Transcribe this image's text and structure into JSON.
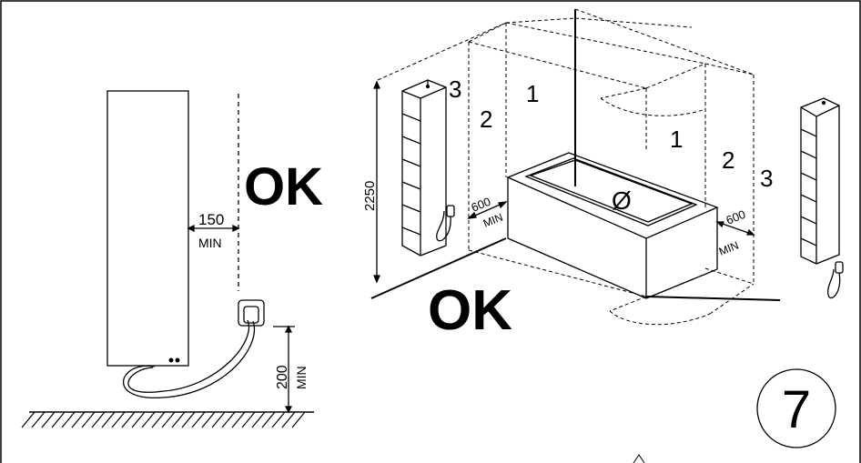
{
  "left_panel": {
    "ok_label": "OK",
    "clearance_value": "150",
    "clearance_unit": "MIN",
    "floor_height_value": "200",
    "floor_height_unit": "MIN"
  },
  "right_panel": {
    "ok_label": "OK",
    "height_value": "2250",
    "zone_labels": [
      "1",
      "1",
      "2",
      "2",
      "3",
      "3"
    ],
    "zone_zero_symbol": "Ø",
    "left_offset_value": "600",
    "left_offset_unit": "MIN",
    "right_offset_value": "600",
    "right_offset_unit": "MIN"
  },
  "step_number": "7",
  "icons": [
    "wall-socket-icon",
    "towel-radiator-icon",
    "bathtub-icon",
    "shower-head-icon",
    "floor-hatch-icon"
  ]
}
